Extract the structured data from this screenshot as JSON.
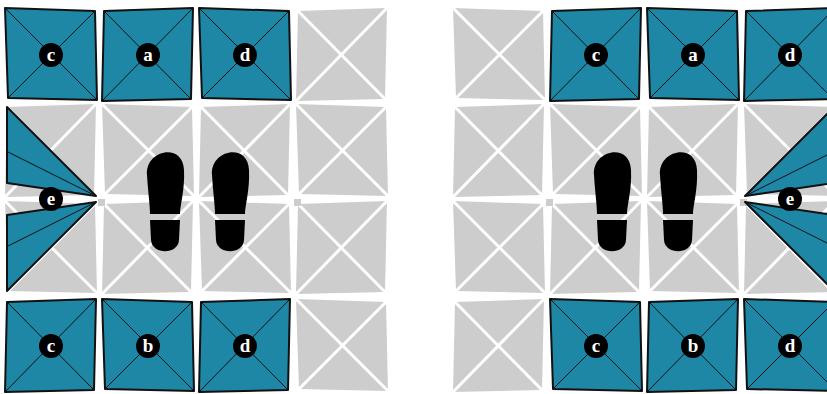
{
  "diagram": {
    "nodes": [
      {
        "text": [
          "c"
        ]
      },
      {
        "text": [
          "a"
        ]
      },
      {
        "text": [
          "d"
        ]
      },
      {
        "text": [
          "e"
        ]
      },
      {
        "text": [
          "c"
        ]
      },
      {
        "text": [
          "b"
        ]
      },
      {
        "text": [
          "d"
        ]
      },
      {
        "text": [
          "c"
        ]
      },
      {
        "text": [
          "a"
        ]
      },
      {
        "text": [
          "d"
        ]
      },
      {
        "text": [
          "e"
        ]
      },
      {
        "text": [
          "c"
        ]
      },
      {
        "text": [
          "b"
        ]
      },
      {
        "text": [
          "d"
        ]
      }
    ]
  }
}
